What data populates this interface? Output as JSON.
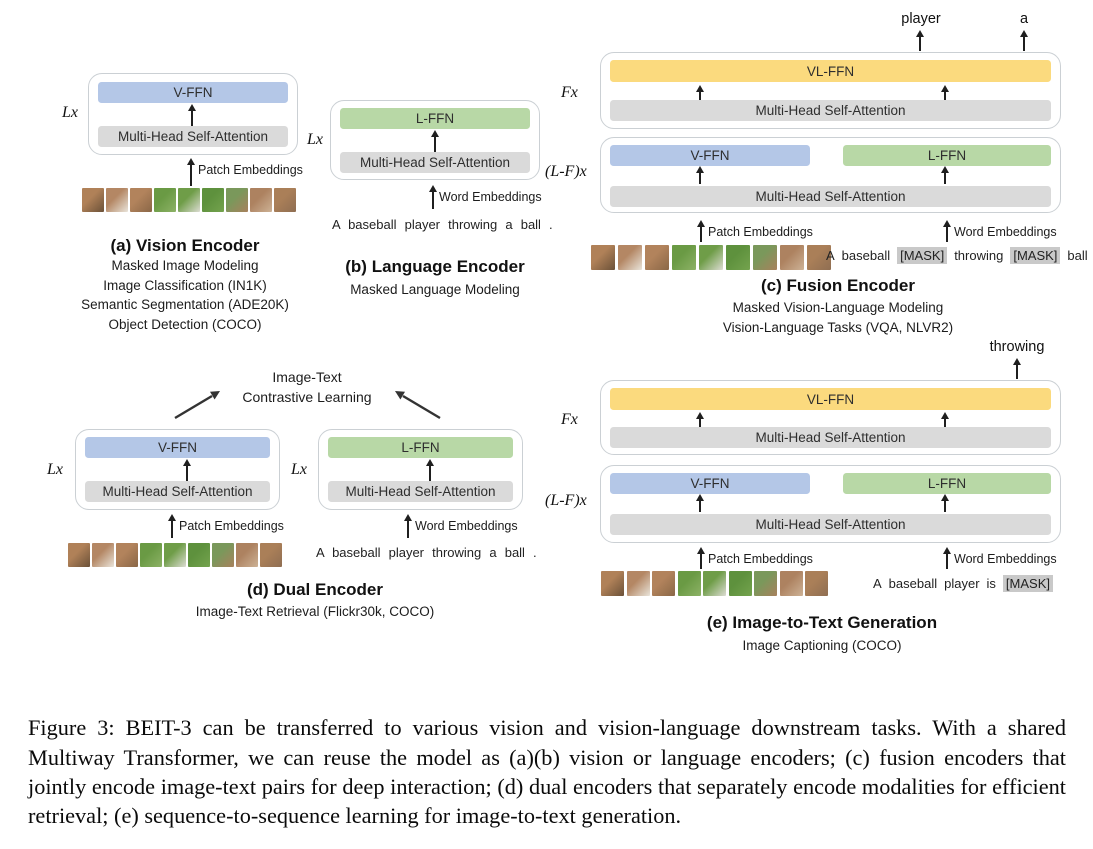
{
  "colors": {
    "v_ffn": "#b4c7e7",
    "l_ffn": "#b8d8a6",
    "vl_ffn": "#fbda7e",
    "mhsa": "#dadada",
    "mask_token_bg": "#c9c9c9",
    "arrow": "#1f1f1f"
  },
  "blocks": {
    "v_ffn_label": "V-FFN",
    "l_ffn_label": "L-FFN",
    "vl_ffn_label": "VL-FFN",
    "mhsa_label": "Multi-Head Self-Attention",
    "patch_embeddings_label": "Patch Embeddings",
    "word_embeddings_label": "Word Embeddings"
  },
  "repeat_labels": {
    "lx": "Lx",
    "fx": "Fx",
    "lfx": "(L-F)x"
  },
  "panel_a": {
    "title": "(a) Vision Encoder",
    "tasks": [
      "Masked Image Modeling",
      "Image Classification (IN1K)",
      "Semantic Segmentation (ADE20K)",
      "Object Detection (COCO)"
    ]
  },
  "panel_b": {
    "title": "(b) Language Encoder",
    "tasks": [
      "Masked Language Modeling"
    ],
    "sentence": "A baseball player throwing a ball ."
  },
  "panel_c": {
    "title": "(c) Fusion Encoder",
    "tasks": [
      "Masked Vision-Language Modeling",
      "Vision-Language Tasks (VQA, NLVR2)"
    ],
    "outputs": {
      "left": "player",
      "right": "a"
    },
    "sentence_tokens": [
      "A",
      "baseball",
      "[MASK]",
      "throwing",
      "[MASK]",
      "ball",
      "."
    ]
  },
  "panel_d": {
    "title": "(d) Dual Encoder",
    "tasks": [
      "Image-Text Retrieval (Flickr30k, COCO)"
    ],
    "contrastive_line1": "Image-Text",
    "contrastive_line2": "Contrastive Learning",
    "sentence": "A baseball player throwing a ball ."
  },
  "panel_e": {
    "title": "(e) Image-to-Text Generation",
    "tasks": [
      "Image Captioning (COCO)"
    ],
    "output": "throwing",
    "sentence_tokens": [
      "A",
      "baseball",
      "player",
      "is",
      "[MASK]"
    ]
  },
  "image_strip": {
    "alt": "baseball pitcher photo cut into 9 square patches",
    "patch_colors": [
      [
        "#b08158",
        "#6b5138"
      ],
      [
        "#b48764",
        "#e9e4da"
      ],
      [
        "#b2835c",
        "#8a6747"
      ],
      [
        "#6a9a44",
        "#8db266"
      ],
      [
        "#6f9d48",
        "#dcdcd2"
      ],
      [
        "#5e913d",
        "#74a34e"
      ],
      [
        "#7a985b",
        "#a8815d"
      ],
      [
        "#ad8260",
        "#cdb296"
      ],
      [
        "#aa7f58",
        "#8f6e52"
      ]
    ]
  },
  "caption": {
    "text": "Figure 3:  BEIT-3 can be transferred to various vision and vision-language downstream tasks. With a shared Multiway Transformer, we can reuse the model as (a)(b) vision or language encoders; (c) fusion encoders that jointly encode image-text pairs for deep interaction; (d) dual encoders that separately encode modalities for efficient retrieval; (e) sequence-to-sequence learning for image-to-text generation."
  }
}
